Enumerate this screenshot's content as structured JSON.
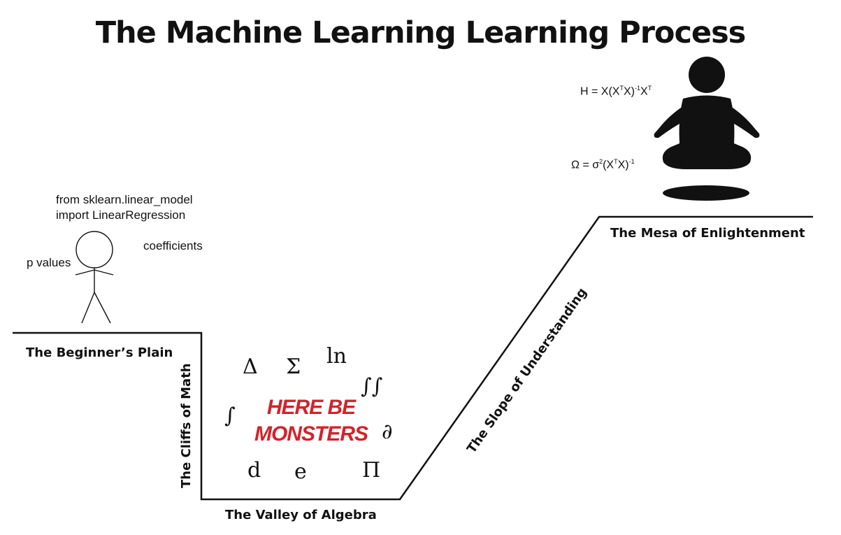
{
  "title": "The Machine Learning Learning Process",
  "regions": {
    "beginners_plain": "The Beginner’s Plain",
    "cliffs_of_math": "The Cliffs of Math",
    "valley_of_algebra": "The Valley of Algebra",
    "slope_of_understanding": "The Slope of Understanding",
    "mesa_of_enlightenment": "The Mesa of Enlightenment"
  },
  "beginner_notes": {
    "code_line_1": "from sklearn.linear_model",
    "code_line_2": "import LinearRegression",
    "p_values": "p values",
    "coefficients": "coefficients"
  },
  "monsters": {
    "line_1": "HERE BE",
    "line_2": "MONSTERS"
  },
  "math_symbols": {
    "delta": "Δ",
    "sigma": "Σ",
    "ln": "ln",
    "double_integral": "∫∫",
    "integral": "∫",
    "partial": "∂",
    "d": "d",
    "e": "e",
    "pi": "Π"
  },
  "formulas": {
    "hat_matrix": {
      "pre": "H = X(X",
      "sup1": "T",
      "mid": "X)",
      "sup2": "-1",
      "mid2": "X",
      "sup3": "T"
    },
    "omega": {
      "pre": "Ω = σ",
      "sup1": "2",
      "mid": "(X",
      "sup2": "T",
      "mid2": "X)",
      "sup3": "-1"
    }
  },
  "colors": {
    "ink": "#111111",
    "monster_red": "#d2232a"
  },
  "icons": {
    "beginner": "stick-figure-icon",
    "enlightened": "meditating-person-icon"
  }
}
